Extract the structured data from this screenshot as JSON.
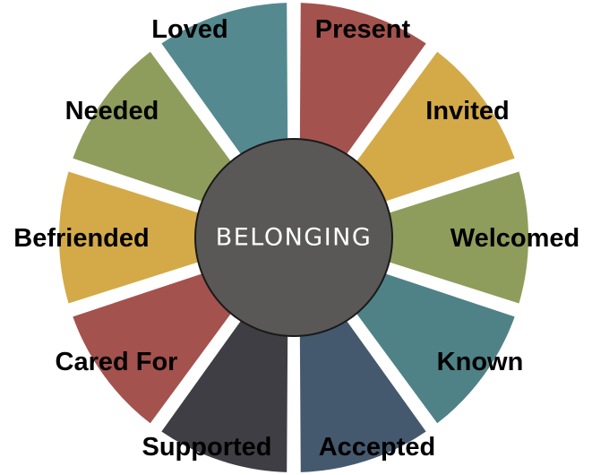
{
  "center": {
    "label": "BELONGING",
    "color": "#595856"
  },
  "segments": [
    {
      "label": "Present",
      "color": "#a4524e"
    },
    {
      "label": "Invited",
      "color": "#d4aa48"
    },
    {
      "label": "Welcomed",
      "color": "#8e9d5c"
    },
    {
      "label": "Known",
      "color": "#4f8286"
    },
    {
      "label": "Accepted",
      "color": "#45596e"
    },
    {
      "label": "Supported",
      "color": "#3e3e44"
    },
    {
      "label": "Cared For",
      "color": "#a4524e"
    },
    {
      "label": "Befriended",
      "color": "#d4aa48"
    },
    {
      "label": "Needed",
      "color": "#8e9d5c"
    },
    {
      "label": "Loved",
      "color": "#548a8f"
    }
  ]
}
